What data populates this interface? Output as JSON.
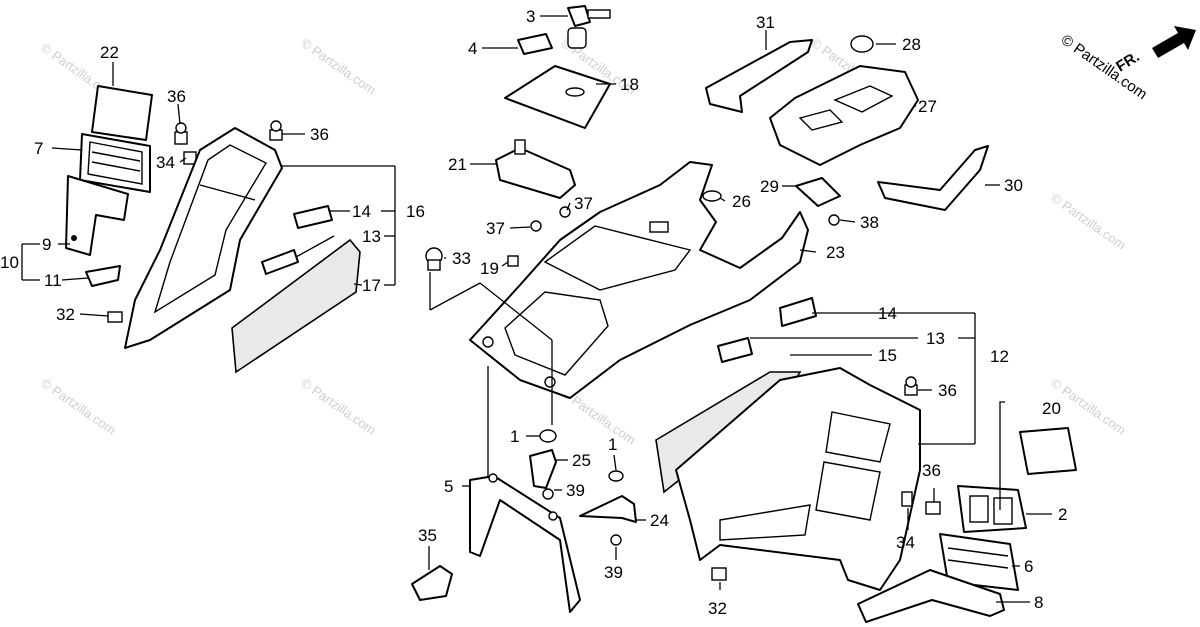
{
  "watermark": {
    "main": "© Partzilla.com",
    "faint": "© Partzilla.com"
  },
  "orientation": {
    "label": "FR."
  },
  "callouts": {
    "c1": "1",
    "c2": "2",
    "c3": "3",
    "c4": "4",
    "c5": "5",
    "c6": "6",
    "c7": "7",
    "c8": "8",
    "c9": "9",
    "c10": "10",
    "c11": "11",
    "c12": "12",
    "c13": "13",
    "c14": "14",
    "c15": "15",
    "c16": "16",
    "c17": "17",
    "c18": "18",
    "c19": "19",
    "c20": "20",
    "c21": "21",
    "c22": "22",
    "c23": "23",
    "c24": "24",
    "c25": "25",
    "c26": "26",
    "c27": "27",
    "c28": "28",
    "c29": "29",
    "c30": "30",
    "c31": "31",
    "c32": "32",
    "c33": "33",
    "c34": "34",
    "c35": "35",
    "c36": "36",
    "c37": "37",
    "c38": "38",
    "c39": "39"
  }
}
